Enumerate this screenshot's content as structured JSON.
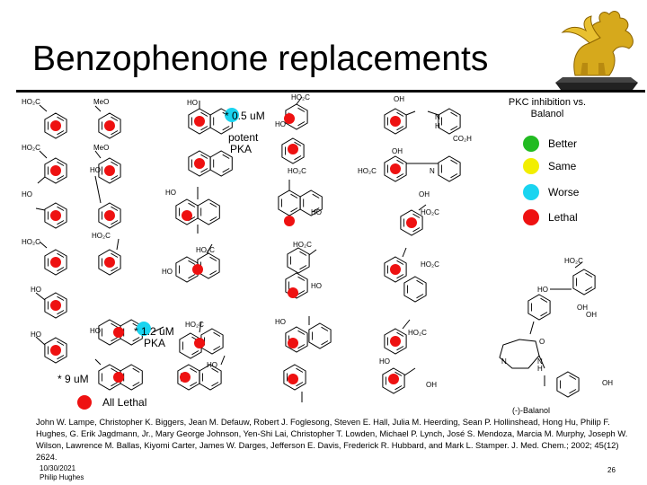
{
  "slide": {
    "title": "Benzophenone replacements",
    "legend": {
      "heading": "PKC inhibition vs. Balanol",
      "items": [
        {
          "label": "Better",
          "color": "#22bb22"
        },
        {
          "label": "Same",
          "color": "#f2ee00"
        },
        {
          "label": "Worse",
          "color": "#19d4f0"
        },
        {
          "label": "Lethal",
          "color": "#ee1111"
        }
      ]
    },
    "notes": {
      "n1": "* 0.5 uM",
      "n2": "potent",
      "n3": "PKA",
      "n4": "* 1.2 uM",
      "n5": "PKA",
      "n6": "* 9 uM",
      "all_lethal": "All Lethal"
    },
    "chem_labels": {
      "ho2c": "HO₂C",
      "meo": "MeO",
      "ho": "HO",
      "oh": "OH",
      "co2h": "CO₂H",
      "h": "H",
      "n": "N",
      "o": "O",
      "balanol": "(-)-Balanol"
    },
    "citation": "John W. Lampe, Christopher K. Biggers, Jean M. Defauw, Robert J. Foglesong, Steven E. Hall, Julia M. Heerding, Sean P. Hollinshead, Hong Hu, Philip F. Hughes, G. Erik Jagdmann, Jr., Mary George Johnson, Yen-Shi Lai, Christopher T. Lowden, Michael P. Lynch, José S. Mendoza, Marcia M. Murphy, Joseph W. Wilson, Lawrence M. Ballas, Kiyomi Carter, James W. Darges, Jefferson E. Davis, Frederick R. Hubbard, and Mark L. Stamper. J. Med. Chem.; 2002; 45(12) 2624.",
    "footer": {
      "date": "10/30/2021",
      "author": "Philip Hughes",
      "page": "26"
    },
    "colors": {
      "lethal": "#ee1111",
      "worse": "#19d4f0",
      "better": "#22bb22",
      "same": "#f2ee00",
      "logo_gold": "#c8a020"
    }
  }
}
